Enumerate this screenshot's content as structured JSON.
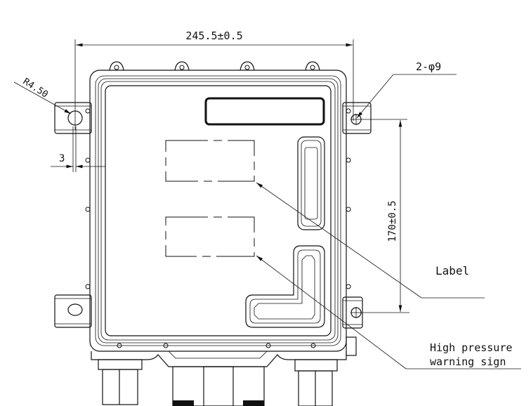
{
  "dimensions": {
    "width": "245.5±0.5",
    "height": "170±0.5",
    "radius": "R4.50",
    "holes": "2-φ9",
    "wall": "3"
  },
  "callouts": {
    "label": "Label",
    "warning_line1": "High pressure",
    "warning_line2": "warning sign"
  }
}
